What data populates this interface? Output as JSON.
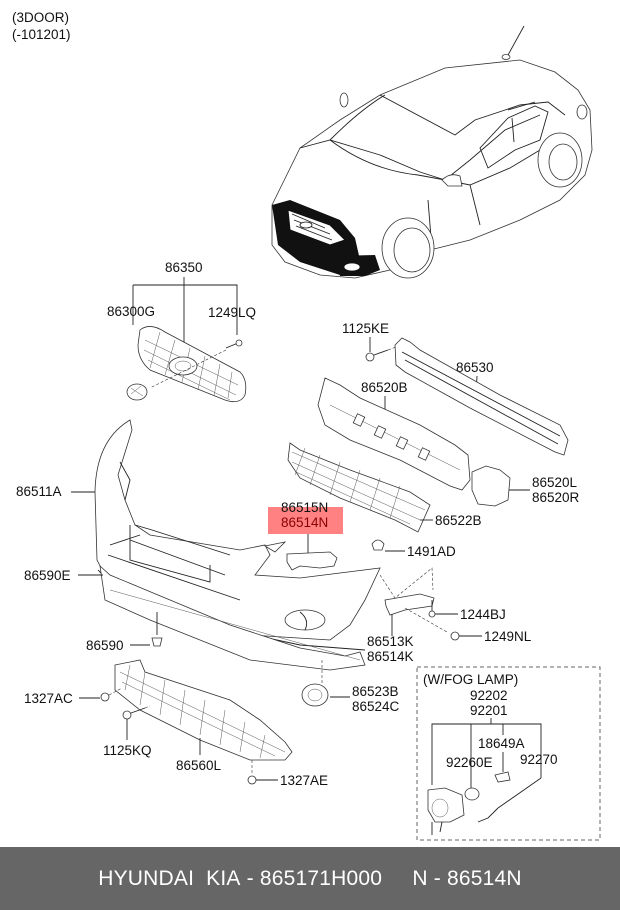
{
  "header": {
    "variant_line1": "(3DOOR)",
    "variant_line2": "(-101201)"
  },
  "labels": {
    "p86350": "86350",
    "p86300G": "86300G",
    "p1249LQ": "1249LQ",
    "p1125KE": "1125KE",
    "p86530": "86530",
    "p86520B": "86520B",
    "p86511A": "86511A",
    "p86520L": "86520L",
    "p86520R": "86520R",
    "p86515N": "86515N",
    "p86514N": "86514N",
    "p86522B": "86522B",
    "p1491AD": "1491AD",
    "p86590E": "86590E",
    "p1244BJ": "1244BJ",
    "p86590": "86590",
    "p86513K": "86513K",
    "p86514K": "86514K",
    "p1249NL": "1249NL",
    "p1327AC": "1327AC",
    "p86523B": "86523B",
    "p86524C": "86524C",
    "p1125KQ": "1125KQ",
    "p86560L": "86560L",
    "p1327AE": "1327AE"
  },
  "fog_lamp_box": {
    "title": "(W/FOG LAMP)",
    "p92202": "92202",
    "p92201": "92201",
    "p18649A": "18649A",
    "p92260E": "92260E",
    "p92270": "92270"
  },
  "highlight": {
    "color": "#ff6b6b",
    "parts": [
      "86515N",
      "86514N"
    ]
  },
  "footer": {
    "brand": "HYUNDAI  KIA",
    "separator": " - ",
    "part_number": "865171H000",
    "gap": "     ",
    "ref_prefix": "N",
    "ref_code": "86514N",
    "background": "#666666"
  }
}
